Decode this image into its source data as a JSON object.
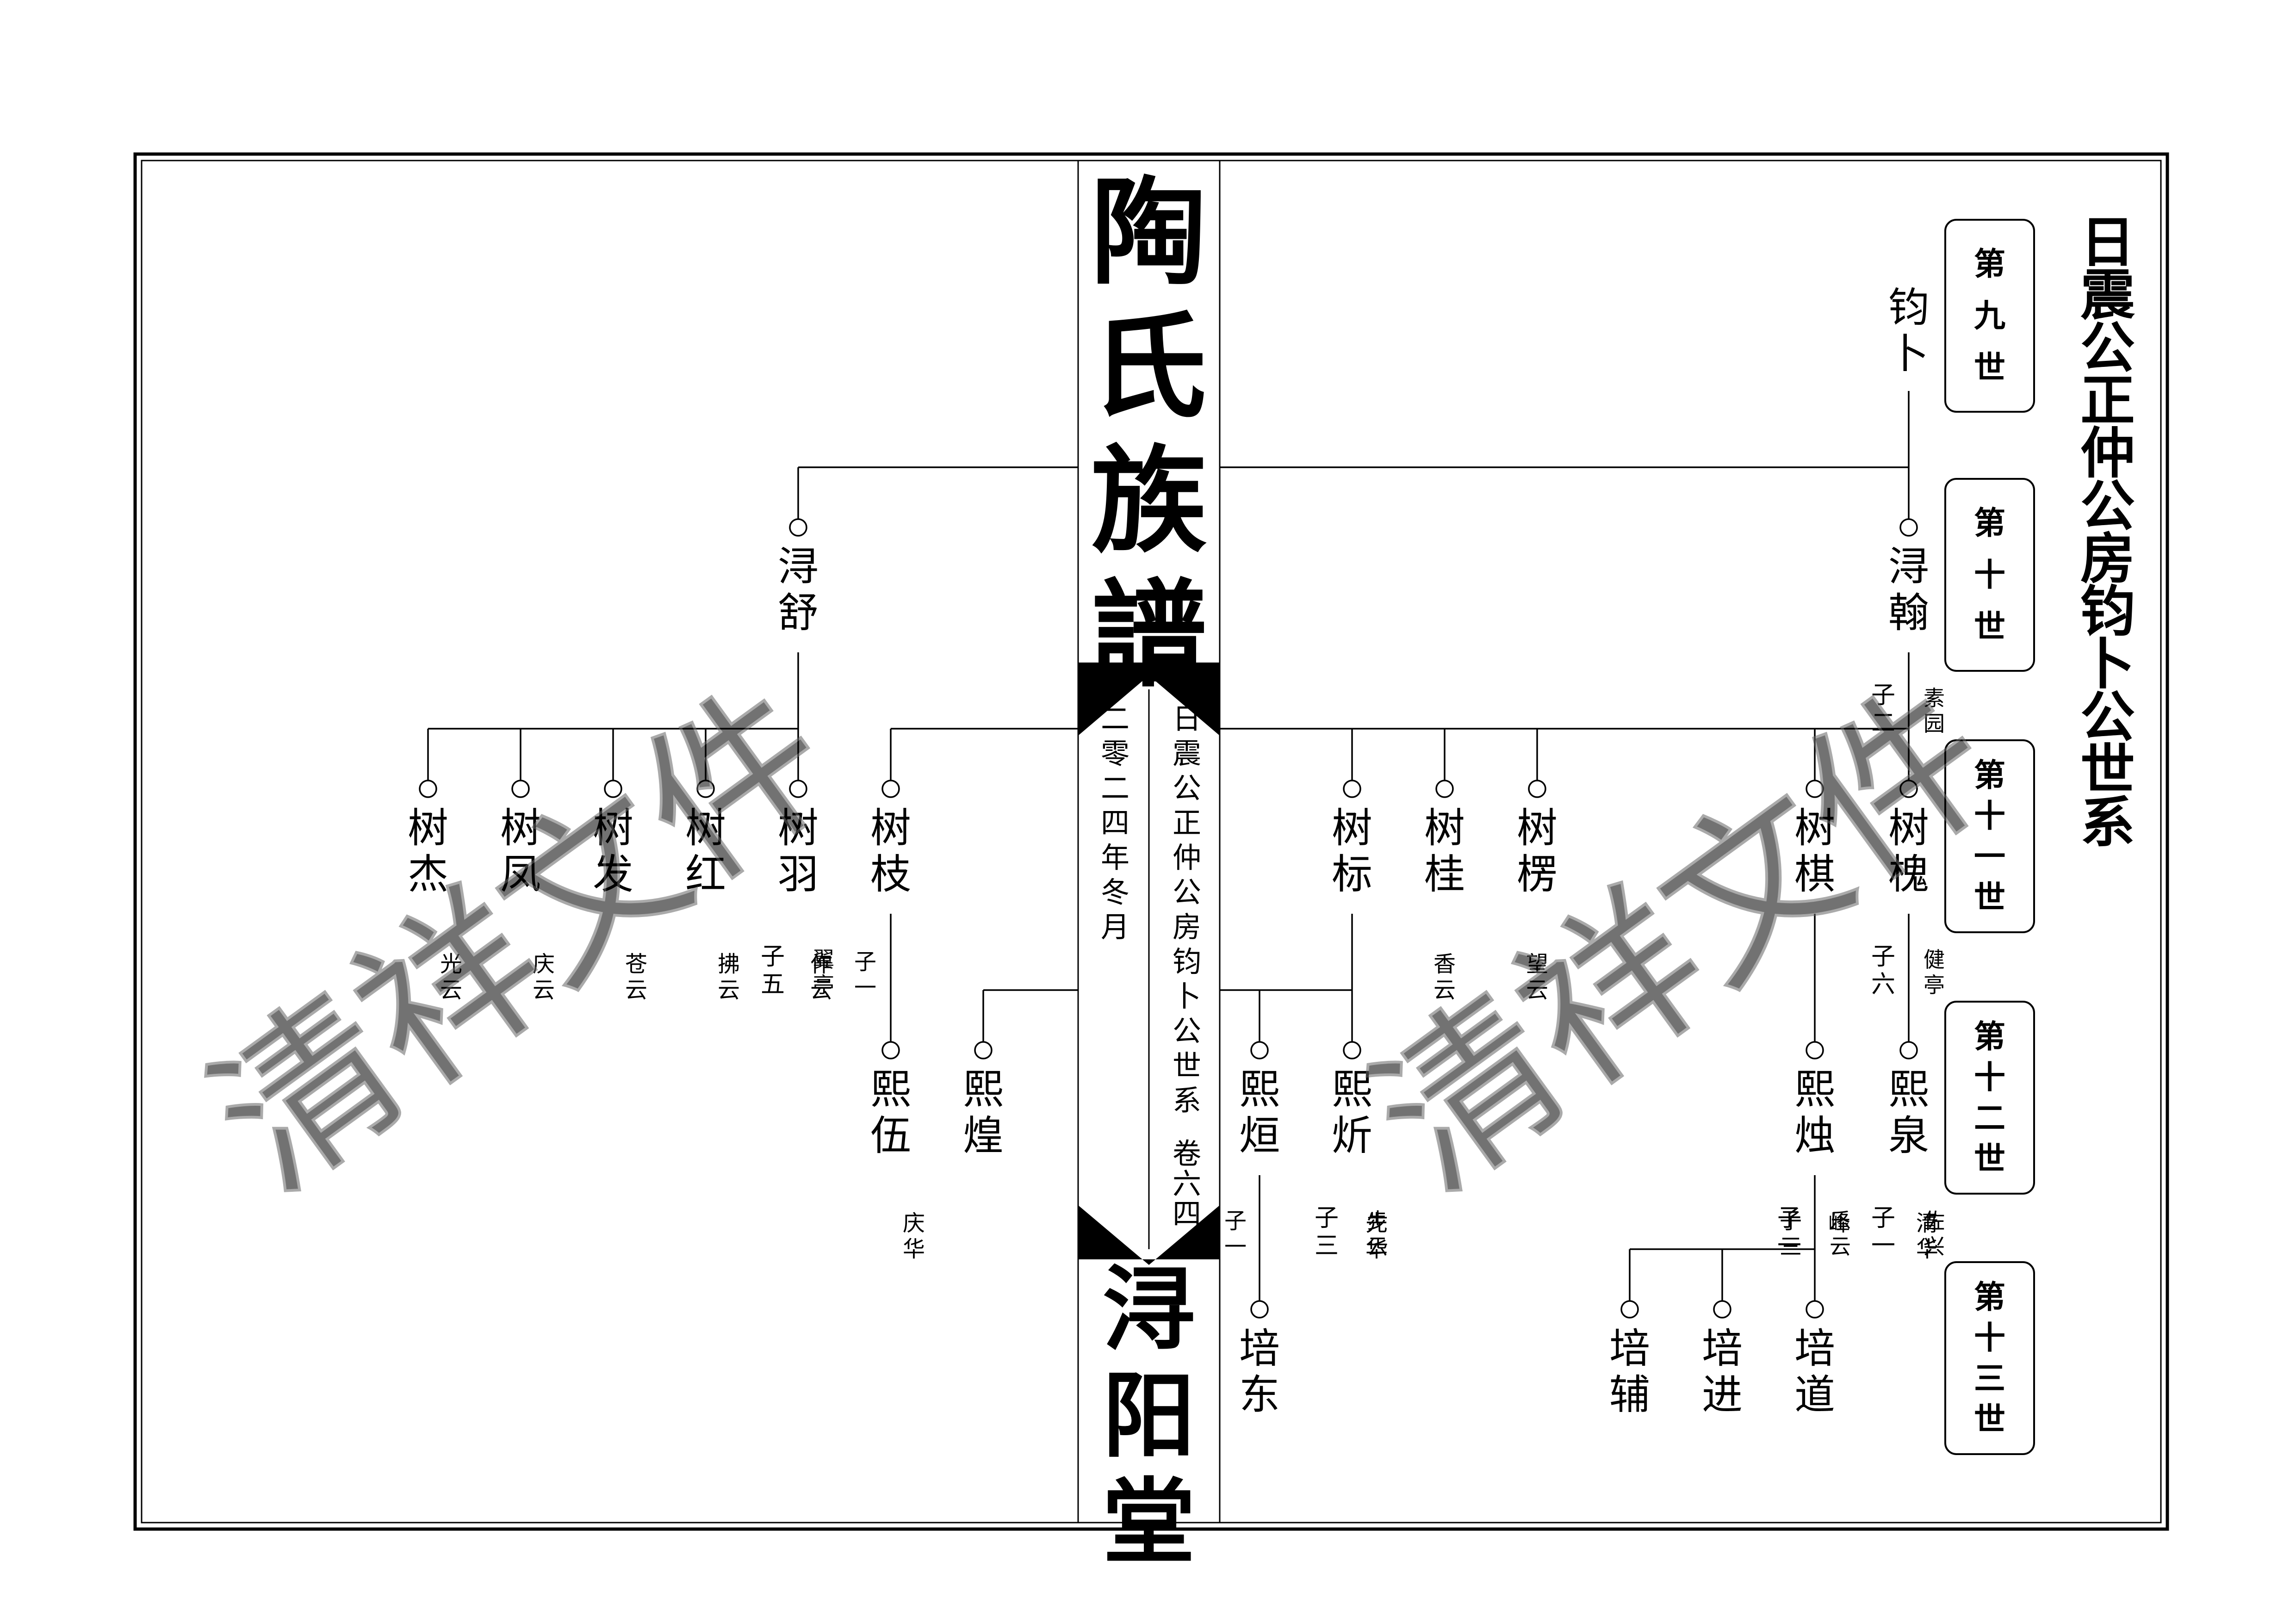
{
  "banner": {
    "book_title": [
      "陶",
      "氏",
      "族",
      "譜"
    ],
    "hall_name": [
      "浔",
      "阳",
      "堂"
    ],
    "date": [
      "二",
      "零",
      "二",
      "四",
      "年",
      "冬",
      "月"
    ],
    "subtitle": [
      "日",
      "震",
      "公",
      "正",
      "仲",
      "公",
      "房",
      "钧",
      "卜",
      "公",
      "世",
      "系"
    ],
    "volume_label": [
      "卷",
      "六",
      "四"
    ]
  },
  "page_title": [
    "日",
    "震",
    "公",
    "正",
    "仲",
    "公",
    "房",
    "钧",
    "卜",
    "公",
    "世",
    "系"
  ],
  "generations": [
    [
      "第",
      "九",
      "世"
    ],
    [
      "第",
      "十",
      "世"
    ],
    [
      "第",
      "十",
      "一",
      "世"
    ],
    [
      "第",
      "十",
      "二",
      "世"
    ],
    [
      "第",
      "十",
      "三",
      "世"
    ]
  ],
  "watermark": [
    "清",
    "祥",
    "文",
    "件"
  ],
  "people": [
    {
      "id": "junbu",
      "name": [
        "钧",
        "卜"
      ],
      "gen": 0
    },
    {
      "id": "xunhan",
      "name": [
        "浔",
        "翰"
      ],
      "gen": 1,
      "style": [
        "素",
        "园"
      ],
      "sons": [
        "子",
        "二"
      ]
    },
    {
      "id": "xunshu",
      "name": [
        "浔",
        "舒"
      ],
      "gen": 1
    },
    {
      "id": "shuhuai",
      "name": [
        "树",
        "槐"
      ],
      "gen": 2,
      "style": [
        "健",
        "亭"
      ],
      "sons": [
        "子",
        "六"
      ]
    },
    {
      "id": "shuqi",
      "name": [
        "树",
        "棋"
      ],
      "gen": 2
    },
    {
      "id": "shulao",
      "name": [
        "树",
        "楞"
      ],
      "gen": 2
    },
    {
      "id": "shugui",
      "name": [
        "树",
        "桂"
      ],
      "gen": 2
    },
    {
      "id": "shubiao",
      "name": [
        "树",
        "标"
      ],
      "gen": 2
    },
    {
      "id": "shuzhi",
      "name": [
        "树",
        "枝"
      ],
      "gen": 2
    },
    {
      "id": "shuyu",
      "name": [
        "树",
        "羽"
      ],
      "gen": 2,
      "style": [
        "翼",
        "亭"
      ],
      "sons": [
        "子",
        "五"
      ]
    },
    {
      "id": "shuhong",
      "name": [
        "树",
        "红"
      ],
      "gen": 2
    },
    {
      "id": "shufa",
      "name": [
        "树",
        "发"
      ],
      "gen": 2
    },
    {
      "id": "shufeng",
      "name": [
        "树",
        "凤"
      ],
      "gen": 2
    },
    {
      "id": "shujie",
      "name": [
        "树",
        "杰"
      ],
      "gen": 2
    },
    {
      "id": "xiquan",
      "name": [
        "熙",
        "泉"
      ],
      "gen": 3,
      "style": [
        "佐",
        "兴"
      ],
      "sons": [
        "子",
        "一"
      ]
    },
    {
      "id": "xizhu",
      "name": [
        "熙",
        "烛"
      ],
      "gen": 3,
      "style": [
        "乐",
        "云"
      ],
      "sons": [
        "子",
        "一"
      ]
    },
    {
      "id": "xixin",
      "name": [
        "熙",
        "炘"
      ],
      "gen": 3,
      "style": [
        "步",
        "云"
      ],
      "sons": [
        "子",
        "三"
      ]
    },
    {
      "id": "xixuan",
      "name": [
        "熙",
        "烜"
      ],
      "gen": 3
    },
    {
      "id": "xiwu",
      "name": [
        "熙",
        "伍"
      ],
      "gen": 3
    },
    {
      "id": "xihuang",
      "name": [
        "熙",
        "煌"
      ],
      "gen": 3
    },
    {
      "id": "peidao",
      "name": [
        "培",
        "道"
      ],
      "gen": 4
    },
    {
      "id": "peijin",
      "name": [
        "培",
        "进"
      ],
      "gen": 4
    },
    {
      "id": "peifu",
      "name": [
        "培",
        "辅"
      ],
      "gen": 4
    },
    {
      "id": "peidong",
      "name": [
        "培",
        "东"
      ],
      "gen": 4
    }
  ],
  "loose_notes": [
    {
      "id": "note-xiangyun",
      "chars": [
        "香",
        "云"
      ]
    },
    {
      "id": "note-wangyun",
      "chars": [
        "望",
        "云"
      ]
    },
    {
      "id": "note-zuoyun",
      "chars": [
        "作",
        "云"
      ]
    },
    {
      "id": "note-fuyun",
      "chars": [
        "拂",
        "云"
      ]
    },
    {
      "id": "note-cangyun",
      "chars": [
        "苍",
        "云"
      ]
    },
    {
      "id": "note-qingyun",
      "chars": [
        "庆",
        "云"
      ]
    },
    {
      "id": "note-guangyun",
      "chars": [
        "光",
        "云"
      ]
    },
    {
      "id": "note-qinghua-1",
      "chars": [
        "清",
        "华"
      ]
    },
    {
      "id": "note-feng",
      "chars": [
        "峰"
      ]
    },
    {
      "id": "note-sons-three",
      "chars": [
        "子",
        "三"
      ]
    },
    {
      "id": "note-xianhua",
      "chars": [
        "先",
        "华"
      ]
    },
    {
      "id": "note-sons-one",
      "chars": [
        "子",
        "一"
      ]
    },
    {
      "id": "note-sons-one-b",
      "chars": [
        "子",
        "一"
      ]
    },
    {
      "id": "note-qinghua-2",
      "chars": [
        "庆",
        "华"
      ]
    }
  ]
}
